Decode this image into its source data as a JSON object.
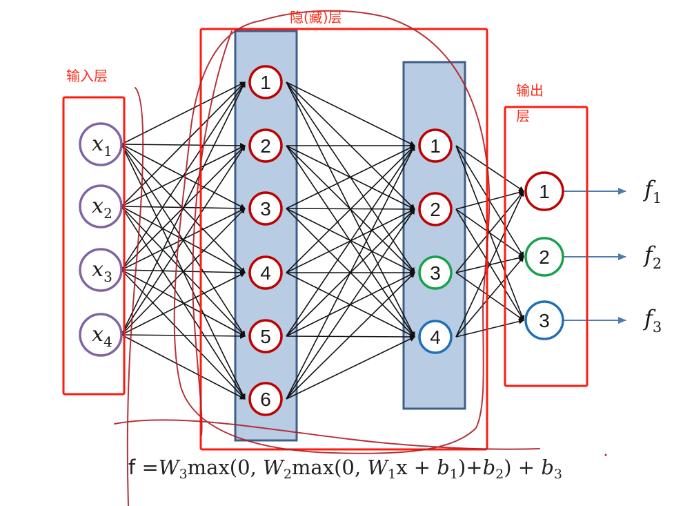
{
  "annotations": {
    "input_label": "输入层",
    "hidden_label": "隐(藏)层",
    "output_label_line1": "输出",
    "output_label_line2": "层"
  },
  "colors": {
    "annotation_red": "#ff2a1a",
    "pen_stroke": "#b01c24",
    "hidden_band_fill": "#b8cce4",
    "hidden_band_border": "#3f5f8a",
    "input_node": "#8064a2",
    "red_node": "#c00000",
    "green_node": "#18a04a",
    "blue_node": "#1f6fb8",
    "edge": "#111111",
    "output_arrow": "#4f7bb0"
  },
  "layers": {
    "input": {
      "nodes": [
        {
          "base": "x",
          "sub": "1"
        },
        {
          "base": "x",
          "sub": "2"
        },
        {
          "base": "x",
          "sub": "3"
        },
        {
          "base": "x",
          "sub": "4"
        }
      ]
    },
    "hidden1": {
      "nodes": [
        {
          "label": "1",
          "color": "red"
        },
        {
          "label": "2",
          "color": "red"
        },
        {
          "label": "3",
          "color": "red"
        },
        {
          "label": "4",
          "color": "red"
        },
        {
          "label": "5",
          "color": "red"
        },
        {
          "label": "6",
          "color": "red"
        }
      ]
    },
    "hidden2": {
      "nodes": [
        {
          "label": "1",
          "color": "red"
        },
        {
          "label": "2",
          "color": "red"
        },
        {
          "label": "3",
          "color": "green"
        },
        {
          "label": "4",
          "color": "blue"
        }
      ]
    },
    "output": {
      "nodes": [
        {
          "label": "1",
          "color": "red",
          "out_base": "f",
          "out_sub": "1"
        },
        {
          "label": "2",
          "color": "green",
          "out_base": "f",
          "out_sub": "2"
        },
        {
          "label": "3",
          "color": "blue",
          "out_base": "f",
          "out_sub": "3"
        }
      ]
    }
  },
  "formula": {
    "lhs": "f",
    "eq": "=",
    "w3": "W",
    "w3_sub": "3",
    "max1": "max(0, ",
    "w2": "W",
    "w2_sub": "2",
    "max2": "max(0, ",
    "w1": "W",
    "w1_sub": "1",
    "x_plus": "x + ",
    "b1": "b",
    "b1_sub": "1",
    "close1_plus": ")+",
    "b2": "b",
    "b2_sub": "2",
    "close2_plus": ") + ",
    "b3": "b",
    "b3_sub": "3"
  }
}
